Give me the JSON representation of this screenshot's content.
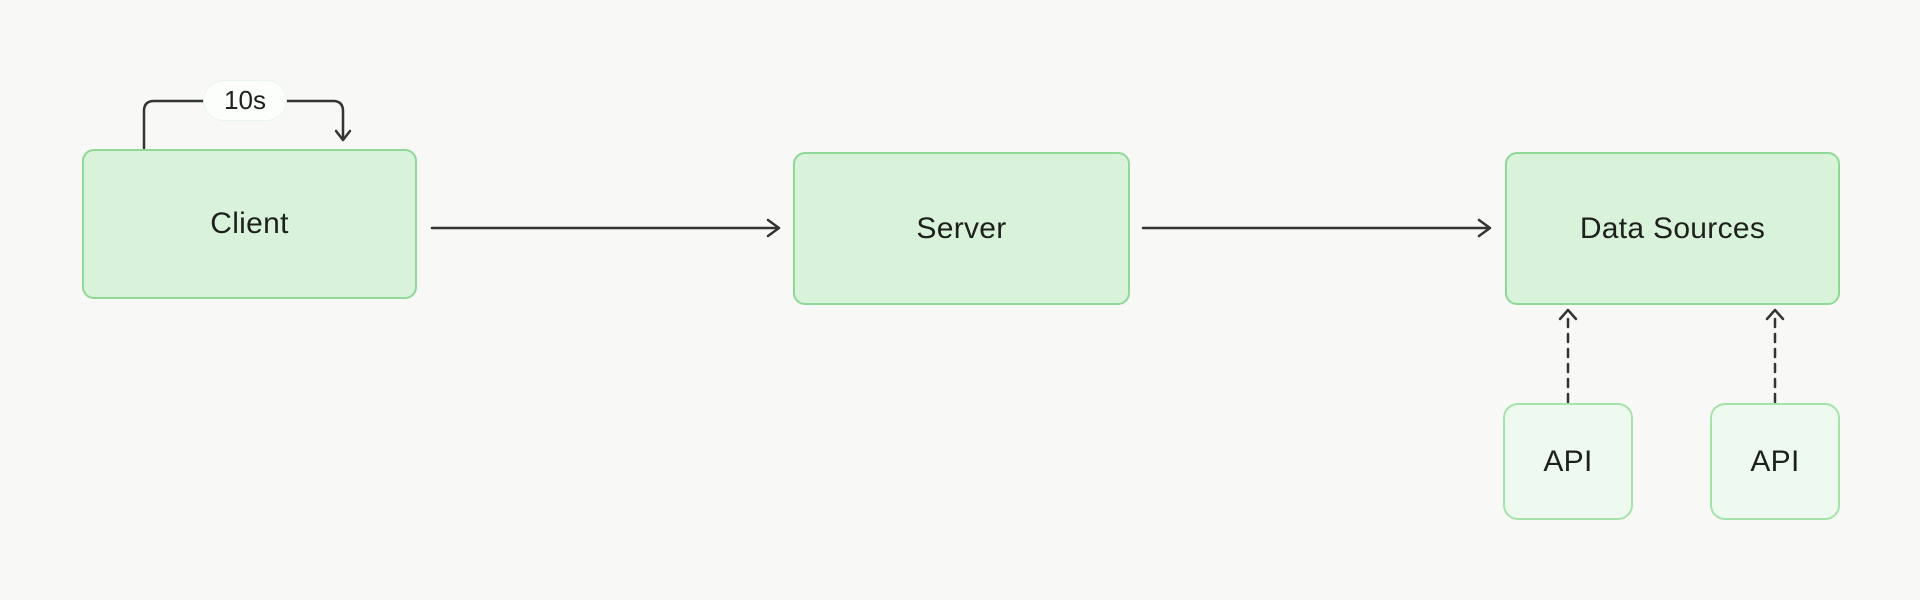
{
  "nodes": {
    "client": {
      "label": "Client"
    },
    "server": {
      "label": "Server"
    },
    "data_sources": {
      "label": "Data Sources"
    },
    "api_left": {
      "label": "API"
    },
    "api_right": {
      "label": "API"
    }
  },
  "edges": {
    "client_self_loop": {
      "label": "10s",
      "style": "solid",
      "from": "client",
      "to": "client"
    },
    "client_to_server": {
      "style": "solid",
      "from": "client",
      "to": "server"
    },
    "server_to_data_sources": {
      "style": "solid",
      "from": "server",
      "to": "data_sources"
    },
    "api_left_to_data_sources": {
      "style": "dashed",
      "from": "api_left",
      "to": "data_sources"
    },
    "api_right_to_data_sources": {
      "style": "dashed",
      "from": "api_right",
      "to": "data_sources"
    }
  },
  "colors": {
    "background": "#f8f8f6",
    "node_fill": "#d9f3da",
    "node_border": "#8fd897",
    "api_fill": "#eefaef",
    "api_border": "#a5e3aa",
    "pill_fill": "#fcfefc",
    "pill_border": "#e8f5e9",
    "arrow": "#333533",
    "text": "#1e201e"
  }
}
